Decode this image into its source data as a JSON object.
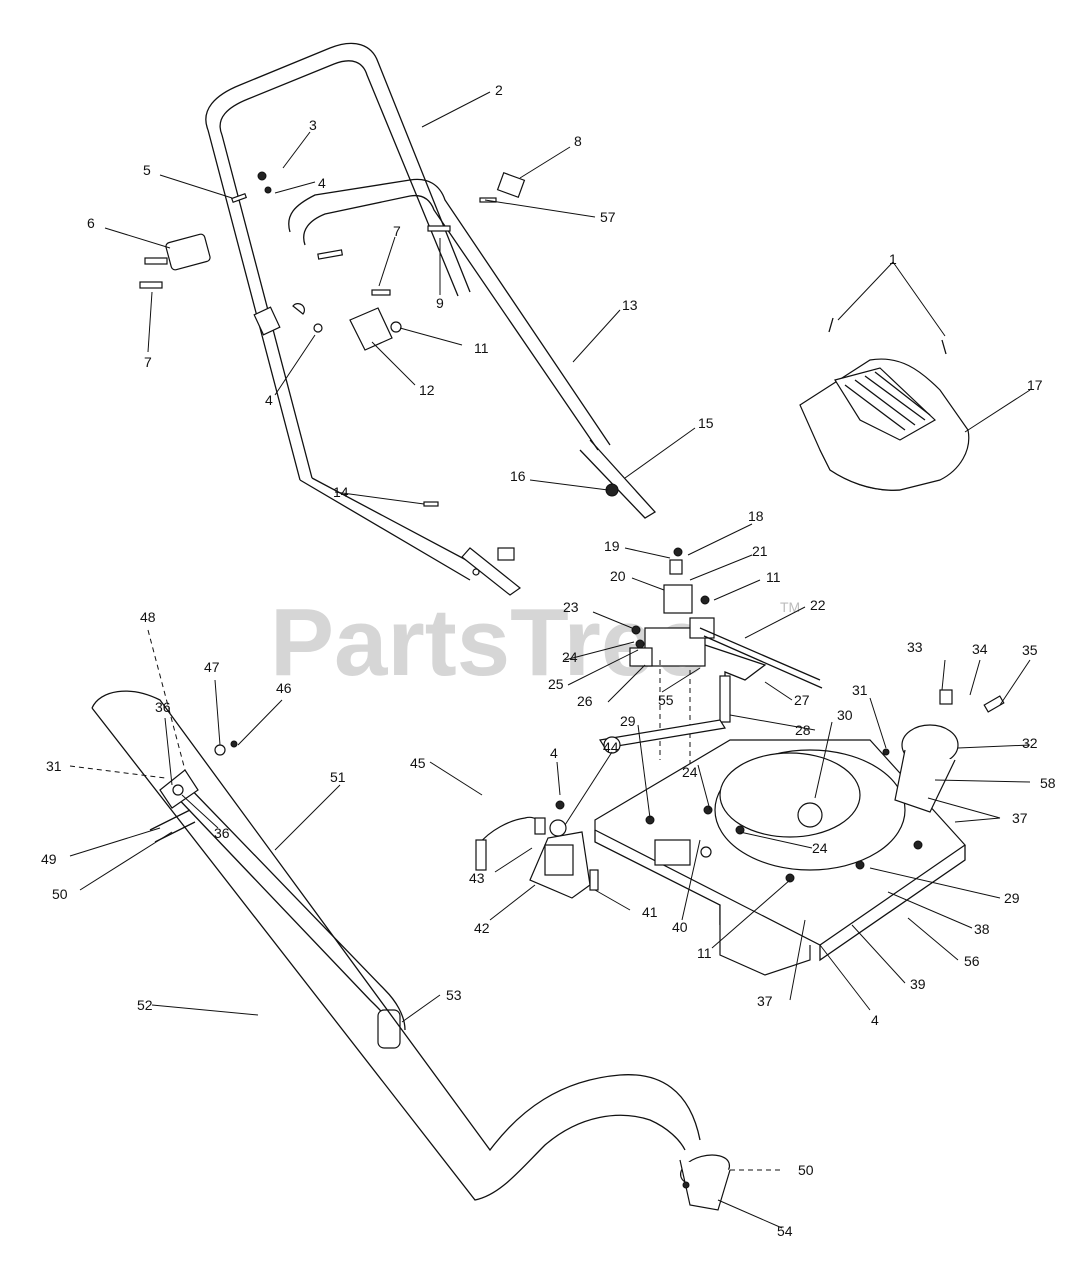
{
  "watermark": {
    "text": "PartsTree",
    "tm": "TM"
  },
  "callouts": [
    {
      "id": "2",
      "text": "2"
    },
    {
      "id": "3",
      "text": "3"
    },
    {
      "id": "4a",
      "text": "4"
    },
    {
      "id": "5",
      "text": "5"
    },
    {
      "id": "6",
      "text": "6"
    },
    {
      "id": "7a",
      "text": "7"
    },
    {
      "id": "7b",
      "text": "7"
    },
    {
      "id": "8",
      "text": "8"
    },
    {
      "id": "57",
      "text": "57"
    },
    {
      "id": "9",
      "text": "9"
    },
    {
      "id": "11a",
      "text": "11"
    },
    {
      "id": "12",
      "text": "12"
    },
    {
      "id": "4b",
      "text": "4"
    },
    {
      "id": "13",
      "text": "13"
    },
    {
      "id": "1",
      "text": "1"
    },
    {
      "id": "17",
      "text": "17"
    },
    {
      "id": "15",
      "text": "15"
    },
    {
      "id": "16",
      "text": "16"
    },
    {
      "id": "14",
      "text": "14"
    },
    {
      "id": "18",
      "text": "18"
    },
    {
      "id": "19",
      "text": "19"
    },
    {
      "id": "21",
      "text": "21"
    },
    {
      "id": "20",
      "text": "20"
    },
    {
      "id": "11b",
      "text": "11"
    },
    {
      "id": "23",
      "text": "23"
    },
    {
      "id": "22",
      "text": "22"
    },
    {
      "id": "24a",
      "text": "24"
    },
    {
      "id": "25",
      "text": "25"
    },
    {
      "id": "26",
      "text": "26"
    },
    {
      "id": "55",
      "text": "55"
    },
    {
      "id": "27",
      "text": "27"
    },
    {
      "id": "48",
      "text": "48"
    },
    {
      "id": "47",
      "text": "47"
    },
    {
      "id": "46",
      "text": "46"
    },
    {
      "id": "36a",
      "text": "36"
    },
    {
      "id": "31a",
      "text": "31"
    },
    {
      "id": "51",
      "text": "51"
    },
    {
      "id": "49",
      "text": "49"
    },
    {
      "id": "36b",
      "text": "36"
    },
    {
      "id": "50a",
      "text": "50"
    },
    {
      "id": "45",
      "text": "45"
    },
    {
      "id": "4c",
      "text": "4"
    },
    {
      "id": "44",
      "text": "44"
    },
    {
      "id": "29a",
      "text": "29"
    },
    {
      "id": "28",
      "text": "28"
    },
    {
      "id": "30",
      "text": "30"
    },
    {
      "id": "24b",
      "text": "24"
    },
    {
      "id": "33",
      "text": "33"
    },
    {
      "id": "34",
      "text": "34"
    },
    {
      "id": "35",
      "text": "35"
    },
    {
      "id": "31b",
      "text": "31"
    },
    {
      "id": "32",
      "text": "32"
    },
    {
      "id": "58",
      "text": "58"
    },
    {
      "id": "37a",
      "text": "37"
    },
    {
      "id": "43",
      "text": "43"
    },
    {
      "id": "42",
      "text": "42"
    },
    {
      "id": "41",
      "text": "41"
    },
    {
      "id": "40",
      "text": "40"
    },
    {
      "id": "24c",
      "text": "24"
    },
    {
      "id": "11c",
      "text": "11"
    },
    {
      "id": "29b",
      "text": "29"
    },
    {
      "id": "38",
      "text": "38"
    },
    {
      "id": "56",
      "text": "56"
    },
    {
      "id": "39",
      "text": "39"
    },
    {
      "id": "37b",
      "text": "37"
    },
    {
      "id": "4d",
      "text": "4"
    },
    {
      "id": "52",
      "text": "52"
    },
    {
      "id": "53",
      "text": "53"
    },
    {
      "id": "50b",
      "text": "50"
    },
    {
      "id": "54",
      "text": "54"
    }
  ]
}
